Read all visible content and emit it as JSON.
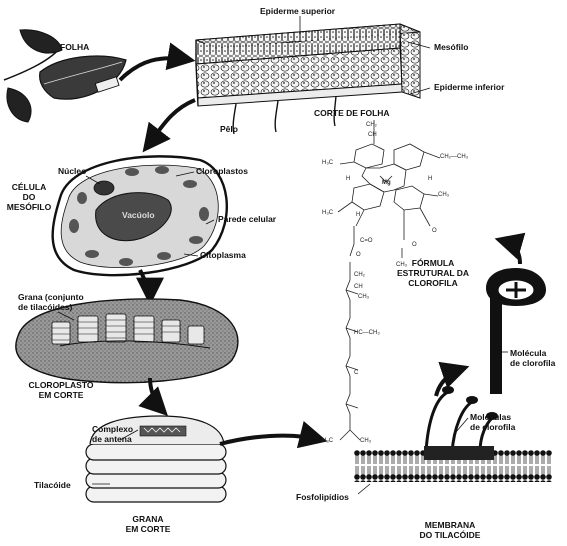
{
  "labels": {
    "folha": "FOLHA",
    "epiderme_superior": "Epiderme superior",
    "mesofilo": "Mesófilo",
    "epiderme_inferior": "Epiderme inferior",
    "pelo": "Pêlo",
    "corte_de_folha": "CORTE DE FOLHA",
    "nucleo": "Núcleo",
    "cloroplastos": "Cloroplastos",
    "celula_do_mesofilo_1": "CÉLULA",
    "celula_do_mesofilo_2": "DO",
    "celula_do_mesofilo_3": "MESÓFILO",
    "vacuolo": "Vacúolo",
    "parede_celular": "Parede celular",
    "citoplasma": "Citoplasma",
    "grana_conjunto_1": "Grana (conjunto",
    "grana_conjunto_2": "de tilacóides)",
    "cloroplasto_em_corte_1": "CLOROPLASTO",
    "cloroplasto_em_corte_2": "EM CORTE",
    "complexo_de_antena_1": "Complexo",
    "complexo_de_antena_2": "de antena",
    "tilacoide": "Tilacóide",
    "grana_em_corte_1": "GRANA",
    "grana_em_corte_2": "EM CORTE",
    "formula_1": "FÓRMULA",
    "formula_2": "ESTRUTURAL DA",
    "formula_3": "CLOROFILA",
    "molecula_de_clorofila_1": "Molécula",
    "molecula_de_clorofila_2": "de clorofila",
    "moleculas_de_clorofila_1": "Moléculas",
    "moleculas_de_clorofila_2": "de clorofila",
    "fosfolipidios": "Fosfolipídios",
    "membrana_1": "MEMBRANA",
    "membrana_2": "DO TILACÓIDE"
  },
  "formula": {
    "ch2_top": "CH₂",
    "ch_top": "CH",
    "h3c_left": "H₃C",
    "ch2ch3": "CH₂—CH₃",
    "h_left": "H",
    "h_right": "H",
    "mg": "Mg",
    "h3c_lower": "H₃C",
    "ch3_right": "CH₃",
    "h_lower": "H",
    "o_ester": "O",
    "o_ketone": "O",
    "ch3_ester": "CH₃",
    "chain_ch2": "CH₂",
    "chain_ch": "CH",
    "chain_c": "C",
    "chain_ch3": "CH₃",
    "chain_o": "O",
    "chain_co": "C=O",
    "chain_hc": "HC—CH₃",
    "chain_h3c": "H₃C",
    "chain_end": "CH₃"
  },
  "colors": {
    "ink": "#111111",
    "fill_dark": "#3a3a3a",
    "fill_mid": "#8a8a8a",
    "fill_light": "#c9c9c9",
    "paper": "#ffffff"
  }
}
